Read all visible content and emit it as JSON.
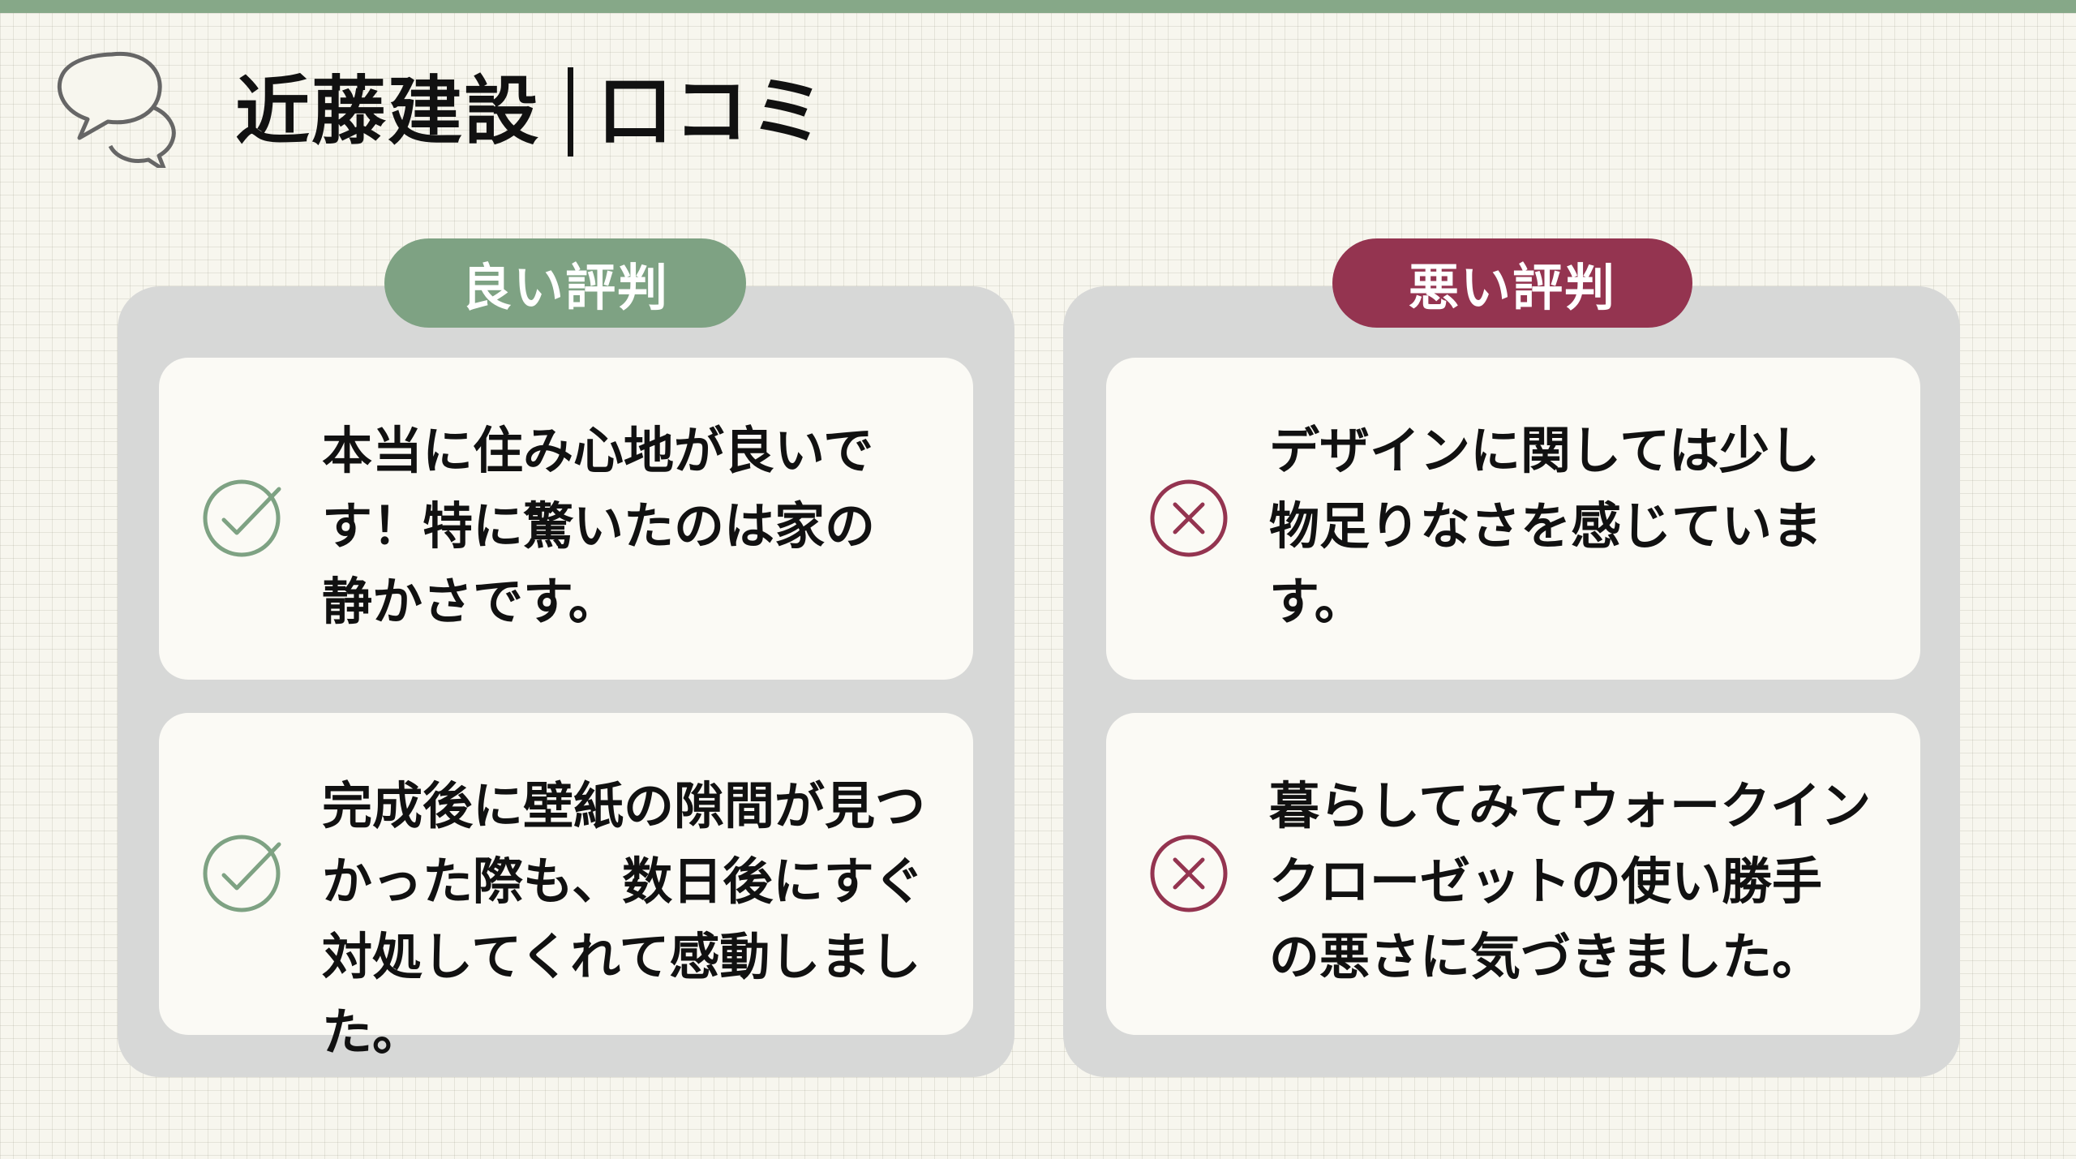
{
  "header": {
    "icon": "chat-bubbles-icon",
    "company": "近藤建設",
    "section": "口コミ"
  },
  "colors": {
    "accent_bar": "#86a888",
    "good": "#7ea283",
    "bad": "#943450"
  },
  "good": {
    "label": "良い評判",
    "icon": "check-circle-icon",
    "reviews": [
      {
        "lines": [
          "本当に住み心地が良いで",
          "す！特に驚いたのは家の",
          "静かさです。"
        ]
      },
      {
        "lines": [
          "完成後に壁紙の隙間が見つ",
          "かった際も、数日後にすぐ",
          "対処してくれて感動しまし",
          "た。"
        ]
      }
    ]
  },
  "bad": {
    "label": "悪い評判",
    "icon": "x-circle-icon",
    "reviews": [
      {
        "lines": [
          "デザインに関しては少し",
          "物足りなさを感じていま",
          "す。"
        ]
      },
      {
        "lines": [
          "暮らしてみてウォークイン",
          "クローゼットの使い勝手",
          "の悪さに気づきました。"
        ]
      }
    ]
  }
}
